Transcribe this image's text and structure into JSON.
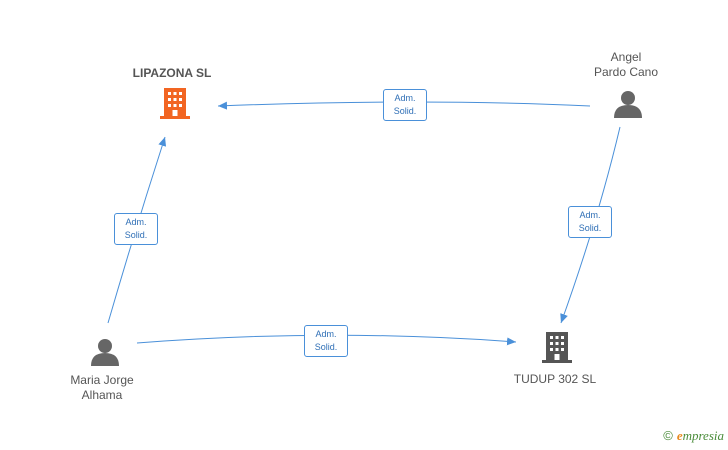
{
  "nodes": {
    "lipazona": {
      "label": "LIPAZONA  SL",
      "type": "company",
      "color": "#f26522"
    },
    "tudup": {
      "label": "TUDUP 302 SL",
      "type": "company",
      "color": "#555555"
    },
    "angel": {
      "label": "Angel\nPardo Cano",
      "type": "person",
      "color": "#666666"
    },
    "maria": {
      "label": "Maria Jorge\nAlhama",
      "type": "person",
      "color": "#666666"
    }
  },
  "edges": [
    {
      "from": "Angel Pardo Cano",
      "to": "LIPAZONA SL",
      "line1": "Adm.",
      "line2": "Solid."
    },
    {
      "from": "Maria Jorge Alhama",
      "to": "LIPAZONA SL",
      "line1": "Adm.",
      "line2": "Solid."
    },
    {
      "from": "Angel Pardo Cano",
      "to": "TUDUP 302 SL",
      "line1": "Adm.",
      "line2": "Solid."
    },
    {
      "from": "Maria Jorge Alhama",
      "to": "TUDUP 302 SL",
      "line1": "Adm.",
      "line2": "Solid."
    }
  ],
  "edge_color": "#4a90d9",
  "footer": {
    "copyright": "©",
    "brand_initial": "e",
    "brand_rest": "mpresia"
  }
}
